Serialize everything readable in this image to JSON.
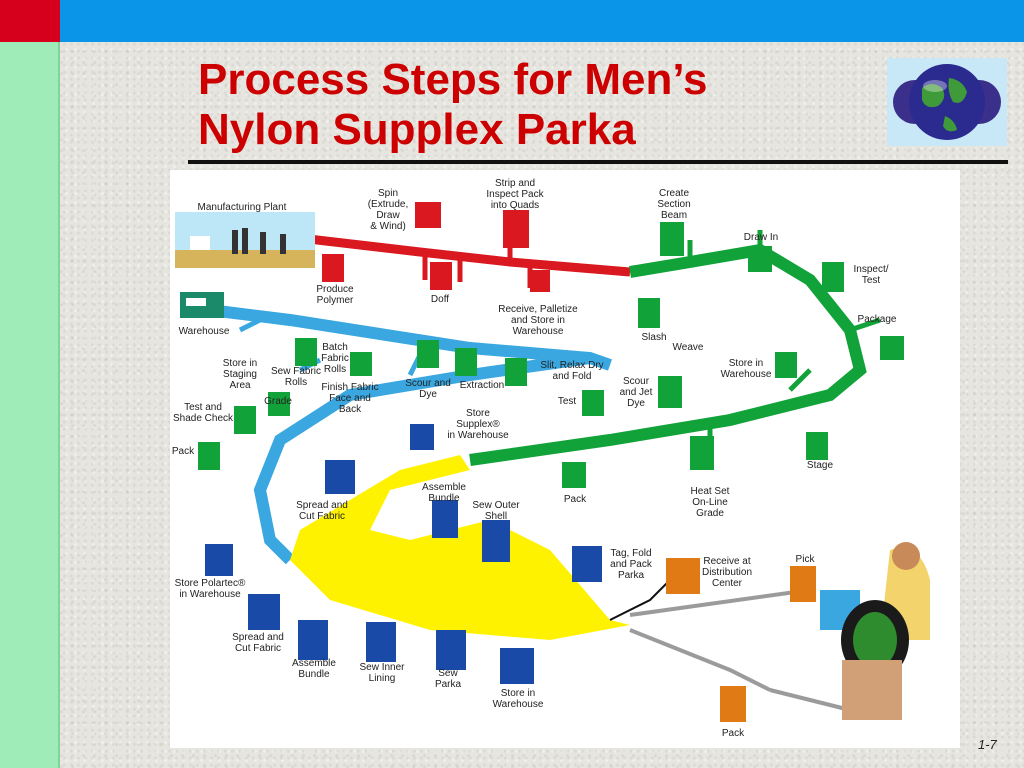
{
  "slide": {
    "title": "Process Steps for Men’s Nylon Supplex Parka",
    "page_number": "1-7"
  },
  "colors": {
    "red_line": "#d9181f",
    "green_line": "#11a23a",
    "blue_line": "#3aa7e0",
    "yellow_area": "#fff200",
    "gray_line": "#9b9b9b",
    "header_blue": "#0a95e8",
    "sidebar_green": "#9fecb8",
    "title_red": "#cc0000"
  },
  "labels": {
    "manufacturing_plant": "Manufacturing Plant",
    "produce_polymer": "Produce\nPolymer",
    "spin": "Spin\n(Extrude,\nDraw\n& Wind)",
    "doff": "Doff",
    "strip_inspect": "Strip and\nInspect Pack\ninto Quads",
    "receive_palletize": "Receive, Palletize\nand Store in\nWarehouse",
    "create_section_beam": "Create\nSection\nBeam",
    "draw_in": "Draw In",
    "inspect_test": "Inspect/\nTest",
    "slash": "Slash",
    "weave": "Weave",
    "package": "Package",
    "store_in_warehouse_green": "Store in\nWarehouse",
    "scour_jet_dye": "Scour\nand Jet\nDye",
    "test_green": "Test",
    "stage": "Stage",
    "heat_set": "Heat Set\nOn-Line\nGrade",
    "pack_green": "Pack",
    "store_supplex": "Store\nSupplex®\nin Warehouse",
    "warehouse": "Warehouse",
    "store_staging": "Store in\nStaging\nArea",
    "sew_fabric_rolls": "Sew Fabric\nRolls",
    "batch_fabric_rolls": "Batch\nFabric\nRolls",
    "finish_fabric": "Finish Fabric\nFace and\nBack",
    "scour_dye": "Scour and\nDye",
    "extraction": "Extraction",
    "slit_relax": "Slit, Relax Dry\nand Fold",
    "grade": "Grade",
    "test_shade": "Test and\nShade Check",
    "pack_blue": "Pack",
    "spread_cut_top": "Spread and\nCut Fabric",
    "assemble_bundle_top": "Assemble\nBundle",
    "sew_outer_shell": "Sew Outer\nShell",
    "tag_fold_pack": "Tag, Fold\nand Pack\nParka",
    "receive_distribution": "Receive at\nDistribution\nCenter",
    "pick": "Pick",
    "store_polartec": "Store Polartec®\nin Warehouse",
    "spread_cut_bottom": "Spread and\nCut Fabric",
    "assemble_bundle_bottom": "Assemble\nBundle",
    "sew_inner_lining": "Sew Inner\nLining",
    "sew_parka": "Sew\nParka",
    "store_in_warehouse_bottom": "Store in\nWarehouse",
    "pack_bottom": "Pack"
  }
}
